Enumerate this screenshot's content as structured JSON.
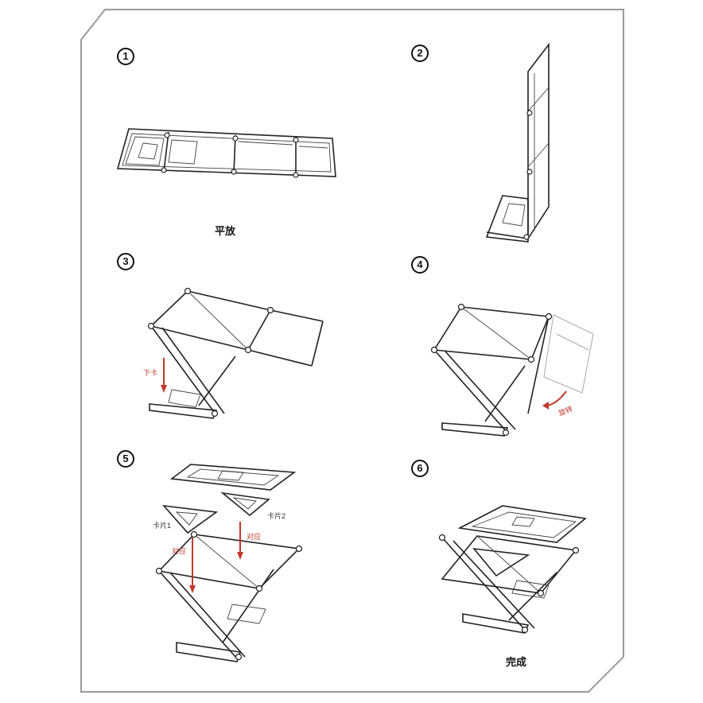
{
  "steps": [
    {
      "number": "1",
      "caption": "平放"
    },
    {
      "number": "2",
      "caption": ""
    },
    {
      "number": "3",
      "caption": ""
    },
    {
      "number": "4",
      "caption": ""
    },
    {
      "number": "5",
      "caption": ""
    },
    {
      "number": "6",
      "caption": "完成"
    }
  ],
  "annotations": {
    "step3_arrow": "下卡",
    "step4_arrow": "旋转",
    "step5_card1": "卡片1",
    "step5_card2": "卡片2",
    "step5_match_left": "对应",
    "step5_match_right": "对应"
  },
  "colors": {
    "arrow": "#c0392b",
    "line": "#222222",
    "frame": "#999999"
  }
}
